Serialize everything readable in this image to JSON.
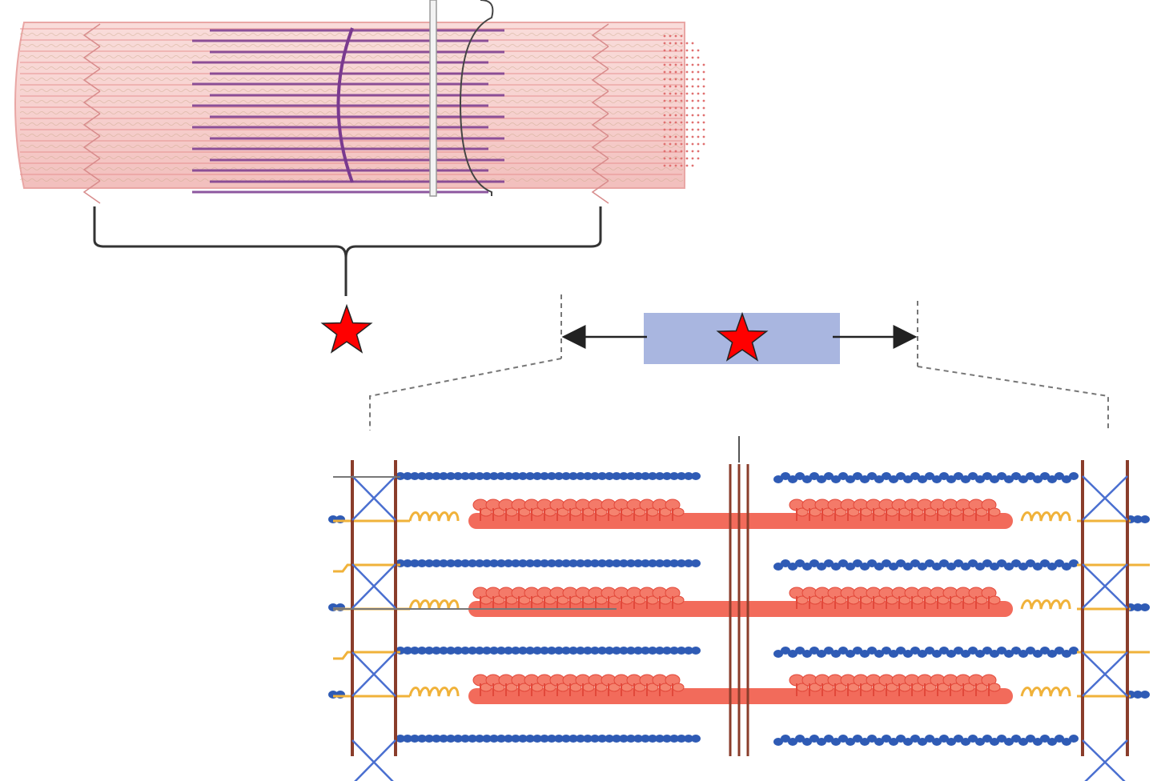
{
  "diagram": {
    "markers": [
      {
        "id": "fiber-bracket-marker",
        "symbol": "star-icon",
        "color": "#ff0000"
      },
      {
        "id": "sarcomere-box-marker",
        "symbol": "star-icon",
        "color": "#ff0000"
      }
    ],
    "colors": {
      "fiber_fill": "#f6c8c6",
      "fiber_stripe": "#e58a8a",
      "myofibril_purple": "#7a3a8f",
      "actin_blue": "#2f5bb5",
      "myosin_red": "#f26b5b",
      "titin_yellow": "#f0b23a",
      "z_disc_brown": "#8a3d2b",
      "label_box": "#a9b6e0",
      "bracket_dark": "#333333"
    },
    "myofilament_rows": 3
  }
}
